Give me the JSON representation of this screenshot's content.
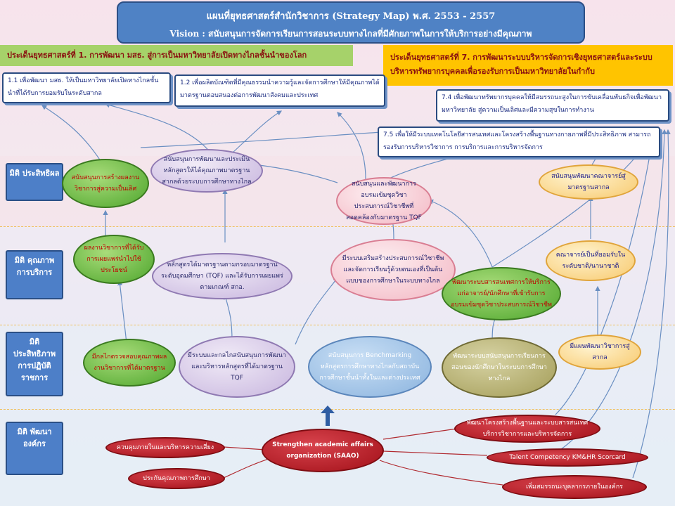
{
  "header": {
    "title": "แผนที่ยุทธศาสตร์สำนักวิชาการ (Strategy Map)  พ.ศ. 2553 - 2557",
    "vision": "Vision : สนับสนุนการจัดการเรียนการสอนระบบทางไกลที่มีศักยภาพในการให้บริการอย่างมีคุณภาพ"
  },
  "strategies": {
    "s1": "ประเด็นยุทธศาสตร์ที่ 1. การพัฒนา มสธ. สู่การเป็นมหาวิทยาลัยเปิดทางไกลชั้นนำของโลก",
    "s7": "ประเด็นยุทธศาสตร์ที่ 7. การพัฒนาระบบบริหารจัดการเชิงยุทธศาสตร์และระบบบริหารทรัพยากรบุคคลเพื่อรองรับการเป็นมหาวิทยาลัยในกำกับ"
  },
  "objectives": {
    "o11": "1.1  เพื่อพัฒนา มสธ. ให้เป็นมหาวิทยาลัยเปิดทางไกลชั้นนำที่ได้รับการยอมรับในระดับสากล",
    "o12": "1.2  เพื่อผลิตบัณฑิตที่มีคุณธรรมนำความรู้และจัดการศึกษาให้มีคุณภาพได้มาตรฐานตอบสนองต่อการพัฒนาสังคมและประเทศ",
    "o74": "7.4  เพื่อพัฒนาทรัพยากรบุคคลให้มีสมรรถนะสูงในการขับเคลื่อนพันธกิจเพื่อพัฒนามหาวิทยาลัย สู่ความเป็นเลิศและมีความสุขในการทำงาน",
    "o75": "7.5  เพื่อให้มีระบบเทคโนโลยีสารสนเทศและโครงสร้างพื้นฐานทางกายภาพที่มีประสิทธิภาพ สามารถรองรับการบริหารวิชาการ การบริการและการบริหารจัดการ"
  },
  "perspectives": [
    {
      "label": "มิติ ประสิทธิผล"
    },
    {
      "label": "มิติ คุณภาพ การบริการ"
    },
    {
      "label": "มิติ ประสิทธิภาพ การปฏิบัติราชการ"
    },
    {
      "label": "มิติ พัฒนา องค์กร"
    }
  ],
  "nodes": {
    "e1": "สนับสนุนการสร้างผลงานวิชาการสู่ความเป็นเลิศ",
    "e2": "สนับสนุนการพัฒนาและประเมินหลักสูตรให้ได้คุณภาพมาตรฐานสากลด้วยระบบการศึกษาทางไกล",
    "e3": "สนับสนุนและพัฒนาการอบรมเข้มชุดวิชาประสบการณ์วิชาชีพที่สอดคล้องกับมาตรฐาน TQF",
    "e4": "สนับสนุนพัฒนาคณาจารย์สู่มาตรฐานสากล",
    "q1": "ผลงานวิชาการที่ได้รับการเผยแพร่นำไปใช้ประโยชน์",
    "q2": "หลักสูตรได้มาตรฐานตามกรอบมาตรฐานระดับอุดมศึกษา (TQF) และได้รับการเผยแพร่ตามเกณฑ์ สกอ.",
    "q3": "มีระบบเสริมสร้างประสบการณ์วิชาชีพและจัดการเรียนรู้ด้วยตนเองที่เป็นต้นแบบของการศึกษาในระบบทางไกล",
    "q4": "คณาจารย์เป็นที่ยอมรับในระดับชาติ/นานาชาติ",
    "q5": "พัฒนาระบบสารสนเทศการให้บริการแก่อาจารย์/นักศึกษาที่เข้ารับการอบรมเข้มชุดวิชาประสบการณ์วิชาชีพ",
    "p1": "มีกลไกตรวจสอบคุณภาพผลงานวิชาการที่ได้มาตรฐาน",
    "p2": "มีระบบและกลไกสนับสนุนการพัฒนาและบริหารหลักสูตรที่ได้มาตรฐาน TQF",
    "p3": "สนับสนุนการ Benchmarking หลักสูตรการศึกษาทางไกลกับสถาบันการศึกษาชั้นนำทั้งในและต่างประเทศ",
    "p4": "พัฒนาระบบสนับสนุนการเรียนการสอนของนักศึกษาในระบบการศึกษาทางไกล",
    "p5": "มีแผนพัฒนาวิชาการสู่สากล",
    "d_center": "Strengthen academic affairs organization (SAAO)",
    "d1": "ควบคุมภายในและบริหารความเสี่ยง",
    "d2": "ประกันคุณภาพการศึกษา",
    "d3": "พัฒนาโครงสร้างพื้นฐานและระบบสารสนเทศบริการวิชาการและบริหารจัดการ",
    "d4": "Talent Competency  KM&HR Scorcard",
    "d5": "เพิ่มสมรรถนะบุคลากรภายในองค์กร"
  },
  "colors": {
    "header_bg": "#4f82c5",
    "strategy1_bg": "#a6d26a",
    "strategy7_bg": "#ffc400",
    "perspective_bg": "#4d7fc8",
    "arrow": "#6a8fc2"
  }
}
